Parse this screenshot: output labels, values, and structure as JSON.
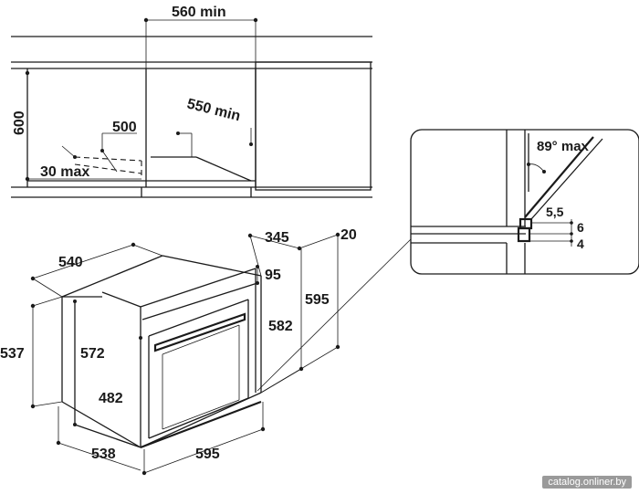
{
  "labels": {
    "niche_width": "560 min",
    "niche_depth": "550 min",
    "niche_height": "600",
    "depth_500": "500",
    "gap_max": "30 max",
    "side_depth": "540",
    "top_345": "345",
    "top_20": "20",
    "panel_95": "95",
    "height_595": "595",
    "height_582": "582",
    "side_537": "537",
    "side_572": "572",
    "door_482": "482",
    "bottom_538": "538",
    "width_595": "595",
    "angle": "89° max",
    "d_55": "5,5",
    "d_6": "6",
    "d_4": "4"
  },
  "watermark": "catalog.onliner.by"
}
